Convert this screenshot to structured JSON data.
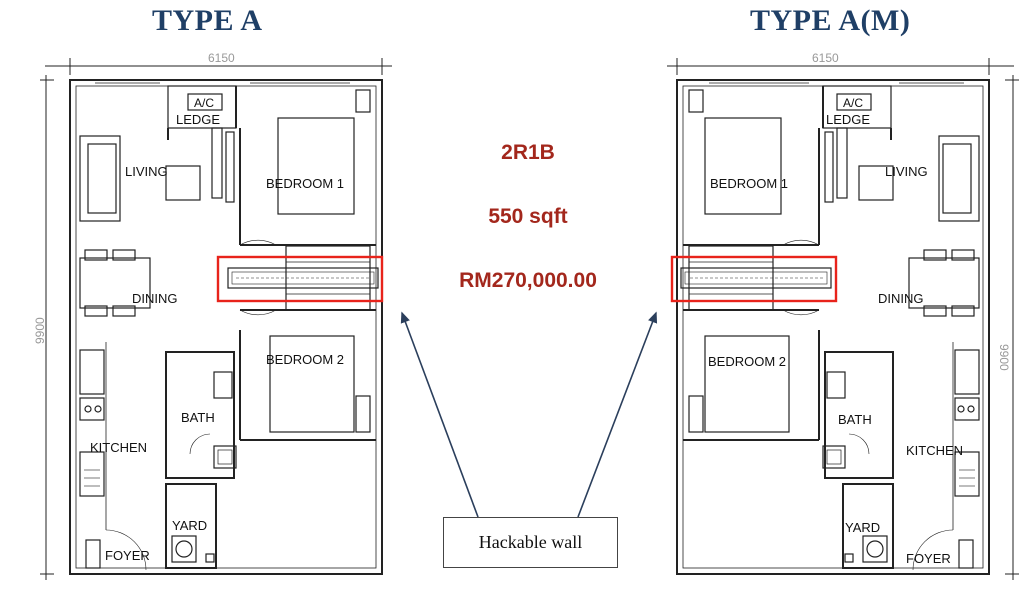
{
  "titles": {
    "left": "TYPE A",
    "right": "TYPE A(M)"
  },
  "unit": {
    "layout": "2R1B",
    "size": "550 sqft",
    "price": "RM270,000.00"
  },
  "callout": {
    "text": "Hackable wall"
  },
  "dimensions": {
    "width": "6150",
    "height": "9900"
  },
  "rooms": {
    "ac": "A/C",
    "ledge": "LEDGE",
    "living": "LIVING",
    "bedroom1": "BEDROOM 1",
    "bedroom2": "BEDROOM 2",
    "dining": "DINING",
    "bath": "BATH",
    "kitchen": "KITCHEN",
    "yard": "YARD",
    "foyer": "FOYER"
  },
  "colors": {
    "title": "#1f3f66",
    "info": "#a3271c",
    "highlight": "#e8231b",
    "arrow": "#2b3f5c"
  }
}
